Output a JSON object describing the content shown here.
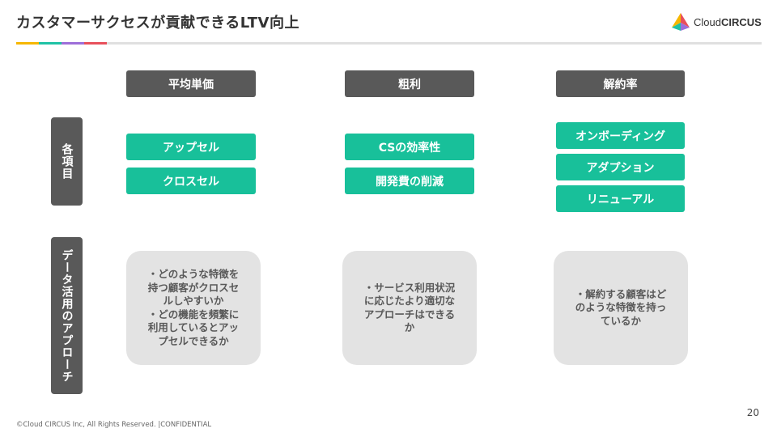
{
  "slide": {
    "title": "カスタマーサクセスが貢献できるLTV向上",
    "page_number": "20",
    "copyright": "©Cloud CIRCUS Inc, All Rights Reserved. |CONFIDENTIAL"
  },
  "logo": {
    "word_light": "Cloud",
    "word_bold": "CIRCUS",
    "icon": "cloud-circus-logo-icon"
  },
  "accent_colors": [
    "#f6b700",
    "#1fc2a5",
    "#9d6ed9",
    "#e8505b"
  ],
  "columns": [
    {
      "header": "平均単価",
      "items": [
        "アップセル",
        "クロスセル"
      ],
      "approach": "・どのような特徴を\n持つ顧客がクロスセ\nルしやすいか\n・どの機能を頻繁に\n利用しているとアッ\nプセルできるか"
    },
    {
      "header": "粗利",
      "items": [
        "CSの効率性",
        "開発費の削減"
      ],
      "approach": "・サービス利用状況\nに応じたより適切な\nアプローチはできる\nか"
    },
    {
      "header": "解約率",
      "items": [
        "オンボーディング",
        "アダプション",
        "リニューアル"
      ],
      "approach": "・解約する顧客はど\nのような特徴を持っ\nているか"
    }
  ],
  "row_labels": {
    "items": "各項目",
    "approach": "データ活用のアプローチ"
  },
  "colors": {
    "header_bg": "#595959",
    "item_green": "#18c09a",
    "card_bg": "#e3e3e3"
  }
}
